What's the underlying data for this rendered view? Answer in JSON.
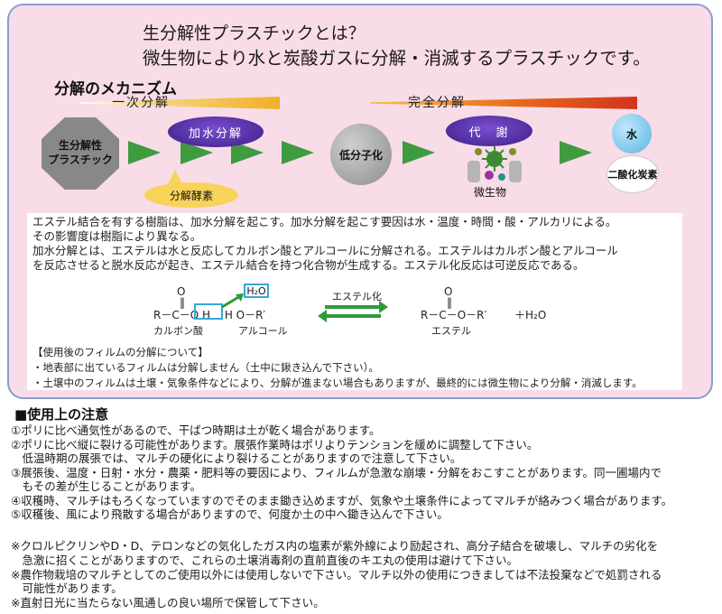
{
  "headline": {
    "line1": "生分解性プラスチックとは？",
    "line2": "微生物により水と炭酸ガスに分解・消滅するプラスチックです。"
  },
  "mechanism": {
    "title": "分解のメカニズム",
    "stage1": "一次分解",
    "stage2": "完全分解",
    "start_node": "生分解性\nプラスチック",
    "hydrolysis": "加水分解",
    "enzyme": "分解酵素",
    "low_molecular": "低分子化",
    "metabolism": "代　謝",
    "microbe": "微生物",
    "water": "水",
    "co2": "二酸化炭素",
    "colors": {
      "arrow": "#3f9b3f",
      "oval": "#4a2a9c",
      "enzyme": "#f7d35a",
      "water": "#5cb5e3"
    }
  },
  "ester": {
    "lines": [
      "エステル結合を有する樹脂は、加水分解を起こす。加水分解を起こす要因は水・温度・時間・酸・アルカリによる。",
      "その影響度は樹脂により異なる。",
      "加水分解とは、エステルは水と反応してカルボン酸とアルコールに分解される。エステルはカルボン酸とアルコール",
      "を反応させると脱水反応が起き、エステル結合を持つ化合物が生成する。エステル化反応は可逆反応である。"
    ],
    "formula": {
      "o_top": "O",
      "left": "R－C－O H　 H O－R′",
      "h2o": "H₂O",
      "acid": "カルボン酸",
      "alcohol": "アルコール",
      "arrow_label": "エステル化",
      "right": "R－C－O－R′",
      "plus_h2o": "＋H₂O",
      "ester": "エステル"
    }
  },
  "film_usage": {
    "title": "【使用後のフィルムの分解について】",
    "items": [
      "・地表部に出ているフィルムは分解しません（土中に鍬き込んで下さい）。",
      "・土壌中のフィルムは土壌・気象条件などにより、分解が進まない場合もありますが、最終的には微生物により分解・消滅します。"
    ]
  },
  "caution": {
    "title": "■使用上の注意",
    "items": [
      "①ポリに比べ通気性があるので、干ばつ時期は土が乾く場合があります。",
      "②ポリに比べ縦に裂ける可能性があります。展張作業時はポリよりテンションを緩めに調整して下さい。",
      "　低温時期の展張では、マルチの硬化により裂けることがありますので注意して下さい。",
      "③展張後、温度・日射・水分・農薬・肥料等の要因により、フィルムが急激な崩壊・分解をおこすことがあります。同一圃場内で",
      "　もその差が生じることがあります。",
      "④収穫時、マルチはもろくなっていますのでそのまま鋤き込めますが、気象や土壌条件によってマルチが絡みつく場合があります。",
      "⑤収穫後、風により飛散する場合がありますので、何度か土の中へ鋤き込んで下さい。"
    ],
    "notes": [
      "※クロルピクリンやD・D、テロンなどの気化したガス内の塩素が紫外線により励起され、高分子結合を破壊し、マルチの劣化を",
      "　急激に招くことがありますので、これらの土壌消毒剤の直前直後のキエ丸の使用は避けて下さい。",
      "※農作物栽培のマルチとしてのご使用以外には使用しないで下さい。マルチ以外の使用につきましては不法投棄などで処罰される",
      "　可能性があります。",
      "※直射日光に当たらない風通しの良い場所で保管して下さい。"
    ]
  }
}
